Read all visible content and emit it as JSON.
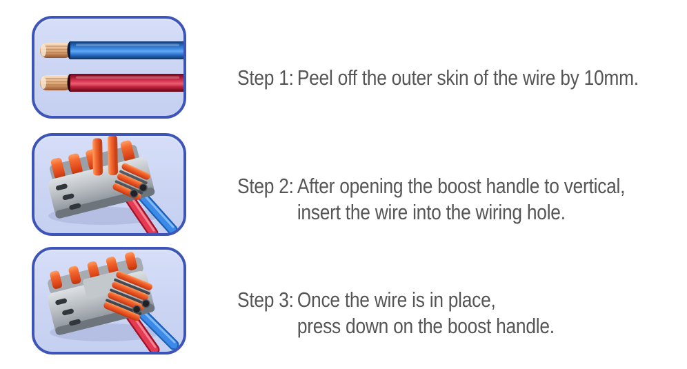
{
  "steps": [
    {
      "label": "Step 1:",
      "lines": [
        "Peel off the outer skin of the wire by 10mm."
      ],
      "illustration": "stripped-wires"
    },
    {
      "label": "Step 2:",
      "lines": [
        "After opening the boost handle to vertical,",
        "insert the wire into the wiring hole."
      ],
      "illustration": "connector-levers-open"
    },
    {
      "label": "Step 3:",
      "lines": [
        "Once the wire is in place,",
        "press down on the boost handle."
      ],
      "illustration": "connector-levers-closed"
    }
  ],
  "colors": {
    "page_background": "#ffffff",
    "panel_border": "#3d55b8",
    "panel_background": "#ccd6f3",
    "text": "#555555",
    "wire_blue": "#3f8be5",
    "wire_red": "#dd3b55",
    "copper": "#dfa878",
    "connector_body": "#b7bcc1",
    "lever_orange": "#f2622f"
  }
}
